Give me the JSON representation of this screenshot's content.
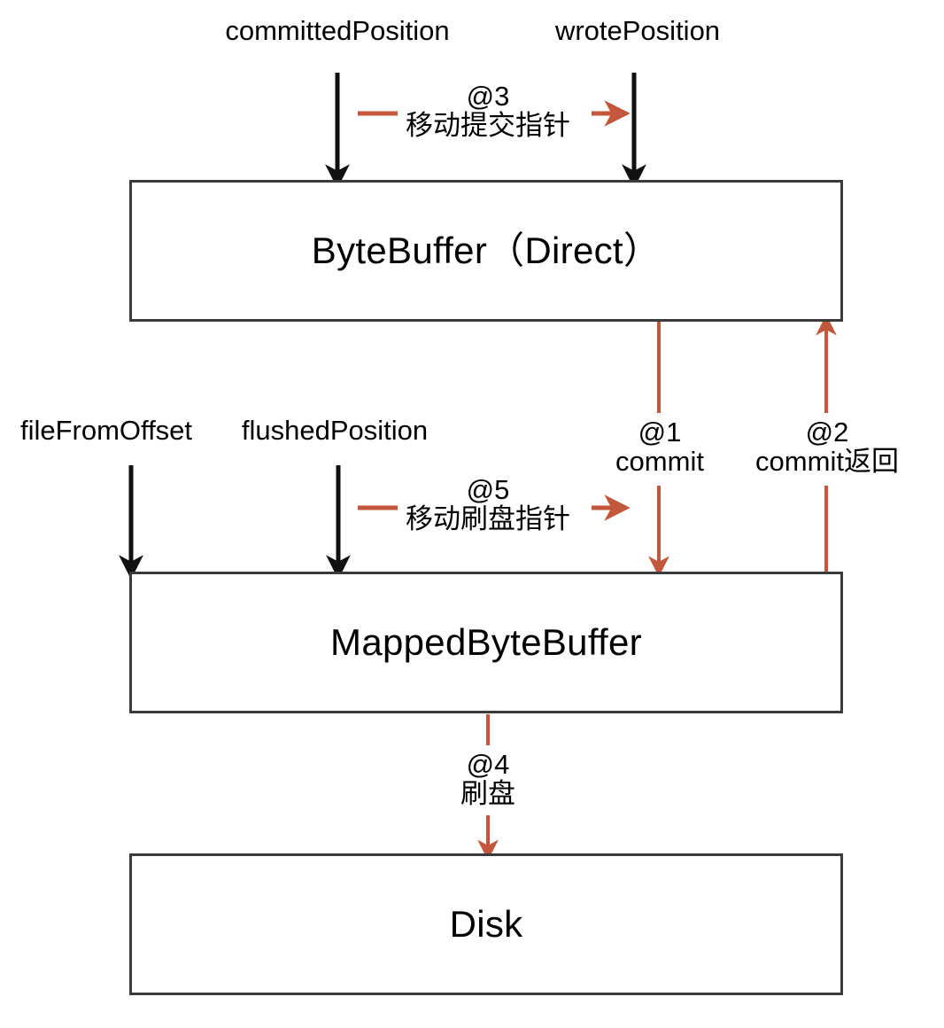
{
  "colors": {
    "box_border": "#3b3b3b",
    "black_arrow": "#111111",
    "red_arrow": "#c2573c",
    "background": "#ffffff",
    "text": "#000000"
  },
  "boxes": [
    {
      "id": "bytebuffer",
      "label": "ByteBuffer（Direct）"
    },
    {
      "id": "mappedbytebuffer",
      "label": "MappedByteBuffer"
    },
    {
      "id": "disk",
      "label": "Disk"
    }
  ],
  "pointer_labels": [
    {
      "id": "committed-position",
      "text": "committedPosition"
    },
    {
      "id": "wrote-position",
      "text": "wrotePosition"
    },
    {
      "id": "file-from-offset",
      "text": "fileFromOffset"
    },
    {
      "id": "flushed-position",
      "text": "flushedPosition"
    }
  ],
  "steps": [
    {
      "id": "step-1",
      "tag": "@1",
      "text": "commit"
    },
    {
      "id": "step-2",
      "tag": "@2",
      "text": "commit返回"
    },
    {
      "id": "step-3",
      "tag": "@3",
      "text": "移动提交指针"
    },
    {
      "id": "step-4",
      "tag": "@4",
      "text": "刷盘"
    },
    {
      "id": "step-5",
      "tag": "@5",
      "text": "移动刷盘指针"
    }
  ]
}
